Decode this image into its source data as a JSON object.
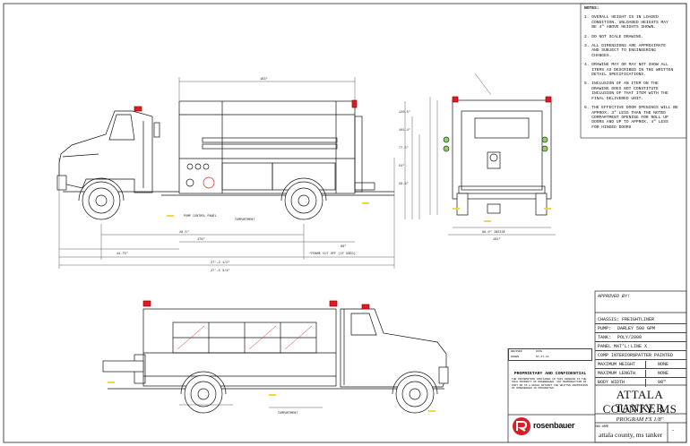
{
  "notes": {
    "header": "NOTES:",
    "items": [
      "1. OVERALL HEIGHT IS IN LOADED\n   CONDITION. UNLOADED HEIGHTS MAY\n   BE 4\" ABOVE HEIGHTS SHOWN.",
      "2. DO NOT SCALE DRAWING.",
      "3. ALL DIMENSIONS ARE APPROXIMATE\n   AND SUBJECT TO ENGINEERING\n   CHANGES.",
      "4. DRAWING MAY OR MAY NOT SHOW ALL\n   ITEMS AS DESCRIBED IN THE WRITTEN\n   DETAIL SPECIFICATIONS.",
      "5. INCLUSION OF AN ITEM ON THE\n   DRAWING DOES NOT CONSTITUTE\n   INCLUSION OF THAT ITEM WITH THE\n   FINAL DELIVERED UNIT.",
      "6. THE EFFECTIVE DOOR OPENINGS WILL BE\n   APPROX. 3\" LESS THAN THE NOTED\n   COMPARTMENT OPENING FOR ROLL UP\n   DOORS AND UP TO APPROX. 4\" LESS\n   FOR HINGED DOORS"
    ]
  },
  "approval": {
    "label": "APPROVED BY:"
  },
  "specs": [
    {
      "key": "CHASSIS:",
      "value": "FREIGHTLINER"
    },
    {
      "key": "PUMP:",
      "value": "DARLEY 500 GPM"
    },
    {
      "key": "TANK:",
      "value": "POLY/2000"
    },
    {
      "key": "PANEL MAT'L:",
      "value": "LINE X"
    },
    {
      "key": "COMP INTERIOR:",
      "value": "SPATTER PAINTED"
    }
  ],
  "dimensions_table": [
    {
      "key": "MAXIMUM HEIGHT",
      "value": "NONE"
    },
    {
      "key": "MAXIMUM LENGTH",
      "value": "NONE"
    },
    {
      "key": "BODY WIDTH",
      "value": "98\""
    }
  ],
  "title": {
    "line1": "ATTALA COUNTY, MS",
    "line2": "TANKER"
  },
  "program": "PROGRAM FX 1/8\"",
  "drawing_name": "attala county, ms tanker",
  "drawing_label": "DWG NAME",
  "rev_value": "-",
  "brand": {
    "name": "rosenbauer",
    "accent": "#d41f26"
  },
  "proprietary": {
    "title": "PROPRIETARY AND CONFIDENTIAL",
    "body": "THE INFORMATION CONTAINED IN THIS DRAWING IS THE SOLE PROPERTY OF ROSENBAUER. ANY REPRODUCTION IN PART OR AS A WHOLE WITHOUT THE WRITTEN PERMISSION OF ROSENBAUER IS PROHIBITED."
  },
  "revision_block": {
    "revised": "REVISED",
    "date_label": "DATE",
    "drawn": "DRAWN",
    "date": "07-27-18"
  },
  "dims": {
    "overall_length": "27'-2 1/2\"",
    "overall_length2": "27'-5 3/4\"",
    "body_length": "163\"",
    "wheelbase": "28.5\"",
    "cab_to_axle": "176\"",
    "front_overhang": "44.75\"",
    "rear_overhang": "80\"",
    "frame_offset": "*FRAME CUT OFF (IF USED)",
    "rear_width": "98.0\" INSIDE",
    "overall_width": "102\"",
    "side_heights": [
      "120.5\"",
      "101.4\"",
      "77.5\"",
      "54\"",
      "33.9\""
    ],
    "compartment_label": "COMPARTMENT",
    "pump_panel_label": "PUMP CONTROL PANEL"
  }
}
